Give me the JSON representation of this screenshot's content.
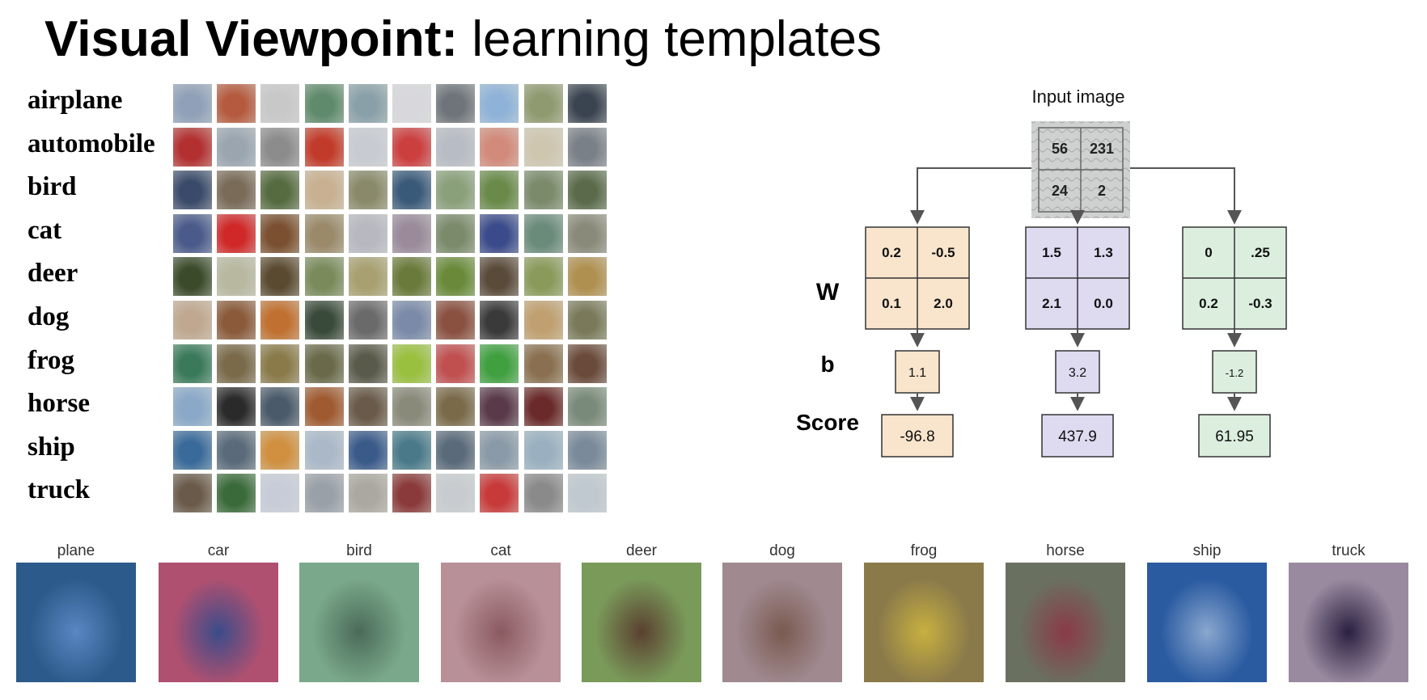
{
  "title": {
    "bold": "Visual Viewpoint:",
    "rest": " learning templates"
  },
  "classes": [
    "airplane",
    "automobile",
    "bird",
    "cat",
    "deer",
    "dog",
    "frog",
    "horse",
    "ship",
    "truck"
  ],
  "thumb_colors": [
    [
      "#8fa0b8",
      "#b55a3e",
      "#c8c8c8",
      "#5f8a6b",
      "#8aa0a8",
      "#d8d8dc",
      "#6e747a",
      "#8fb3d8",
      "#8f9a70",
      "#3a4350"
    ],
    [
      "#b23030",
      "#9aa5b0",
      "#8c8c8c",
      "#c23b2a",
      "#c8ccd2",
      "#cc3f3f",
      "#b8bcc4",
      "#d28a7a",
      "#cfc6b0",
      "#7a8088"
    ],
    [
      "#3a4a6a",
      "#7a6a58",
      "#566b40",
      "#c8b090",
      "#8a8a6a",
      "#3a5a7a",
      "#8aa07a",
      "#6a8a4a",
      "#7a8a6a",
      "#5a6a4a"
    ],
    [
      "#4a5a8a",
      "#d02828",
      "#7a5030",
      "#9a8a6a",
      "#b8b8c0",
      "#9a8a9a",
      "#7a8a6a",
      "#3a4a8a",
      "#6a8a7a",
      "#8a8a7a"
    ],
    [
      "#3a4a2a",
      "#b8b8a0",
      "#5a4a30",
      "#7a8a5a",
      "#a8a070",
      "#6a7a3a",
      "#6a8a3a",
      "#5a4a3a",
      "#8a9a5a",
      "#b09050"
    ],
    [
      "#c0a890",
      "#8a5a3a",
      "#c07030",
      "#3a4a3a",
      "#6a6a6a",
      "#7a8aa8",
      "#8a5040",
      "#3a3a3a",
      "#c0a070",
      "#7a7a5a"
    ],
    [
      "#3a7a5a",
      "#7a6a4a",
      "#8a7a4a",
      "#6a6a4a",
      "#5a5a4a",
      "#9ac040",
      "#c05050",
      "#40a040",
      "#8a7050",
      "#6a4a3a"
    ],
    [
      "#8aa8c8",
      "#2a2a2a",
      "#4a5a6a",
      "#a05a30",
      "#6a5a4a",
      "#8a8a7a",
      "#7a6a4a",
      "#5a3a4a",
      "#6a2a2a",
      "#7a8a7a"
    ],
    [
      "#3a6a9a",
      "#5a6a7a",
      "#d09040",
      "#aab8c8",
      "#3a5a8a",
      "#4a7a8a",
      "#5a6a7a",
      "#8a9aa8",
      "#9ab0c0",
      "#7a8a9a"
    ],
    [
      "#6a5a4a",
      "#3a6a3a",
      "#c8ccd8",
      "#9aa0a8",
      "#aaa8a0",
      "#8a3a3a",
      "#c8ccd0",
      "#c83a3a",
      "#8a8a8a",
      "#c0c8d0"
    ]
  ],
  "diagram": {
    "input_label": "Input image",
    "pixels": [
      "56",
      "231",
      "24",
      "2"
    ],
    "w_label": "W",
    "b_label": "b",
    "score_label": "Score",
    "columns": [
      {
        "w": [
          "0.2",
          "-0.5",
          "0.1",
          "2.0"
        ],
        "b": "1.1",
        "score": "-96.8",
        "fill": "#f9e4cc",
        "stroke": "#333333"
      },
      {
        "w": [
          "1.5",
          "1.3",
          "2.1",
          "0.0"
        ],
        "b": "3.2",
        "score": "437.9",
        "fill": "#dedaf0",
        "stroke": "#333333"
      },
      {
        "w": [
          "0",
          ".25",
          "0.2",
          "-0.3"
        ],
        "b": "-1.2",
        "score": "61.95",
        "fill": "#dceedd",
        "stroke": "#333333"
      }
    ]
  },
  "templates": [
    {
      "label": "plane",
      "c1": "#5a86c2",
      "c2": "#2c5a8a"
    },
    {
      "label": "car",
      "c1": "#3a4c8a",
      "c2": "#b05070"
    },
    {
      "label": "bird",
      "c1": "#4a6a58",
      "c2": "#7aa88a"
    },
    {
      "label": "cat",
      "c1": "#8a5a60",
      "c2": "#b89098"
    },
    {
      "label": "deer",
      "c1": "#5a4030",
      "c2": "#7a9a5a"
    },
    {
      "label": "dog",
      "c1": "#7a5a50",
      "c2": "#a08a90"
    },
    {
      "label": "frog",
      "c1": "#c8b040",
      "c2": "#8a7a4a"
    },
    {
      "label": "horse",
      "c1": "#8a3a48",
      "c2": "#6a7060"
    },
    {
      "label": "ship",
      "c1": "#8aa8d0",
      "c2": "#2a5aa0"
    },
    {
      "label": "truck",
      "c1": "#2a2040",
      "c2": "#9a8aa0"
    }
  ]
}
